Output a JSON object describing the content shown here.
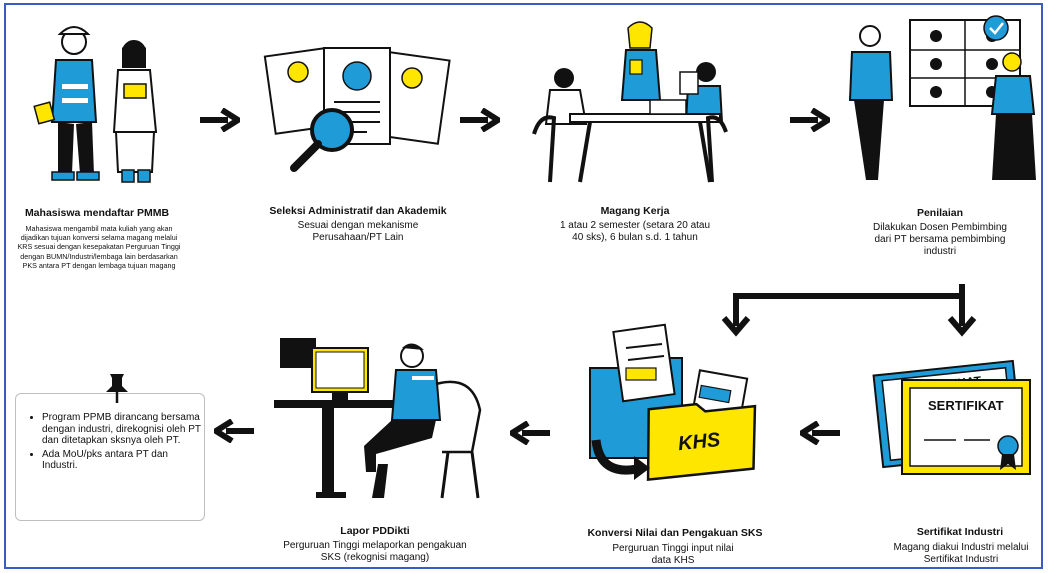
{
  "steps": [
    {
      "title": "Mahasiswa mendaftar PMMB",
      "desc": "Mahasiswa mengambil mata kuliah yang akan dijadikan tujuan konversi selama magang melalui KRS sesuai dengan kesepakatan Perguruan Tinggi dengan BUMN/Industri/lembaga lain berdasarkan PKS antara PT dengan lembaga tujuan magang"
    },
    {
      "title": "Seleksi Administratif dan Akademik",
      "desc": "Sesuai dengan mekanisme Perusahaan/PT Lain"
    },
    {
      "title": "Magang Kerja",
      "desc": "1 atau 2 semester (setara 20 atau 40 sks), 6 bulan s.d. 1 tahun"
    },
    {
      "title": "Penilaian",
      "desc": "Dilakukan Dosen Pembimbing dari PT bersama pembimbing industri"
    },
    {
      "title": "Sertifikat Industri",
      "desc": "Magang diakui Industri melalui Sertifikat Industri"
    },
    {
      "title": "Konversi Nilai dan Pengakuan SKS",
      "desc": "Perguruan Tinggi input nilai data KHS"
    },
    {
      "title": "Lapor PDDikti",
      "desc": "Perguruan Tinggi melaporkan pengakuan SKS (rekognisi magang)"
    }
  ],
  "illustration_text": {
    "cert_back": "RTIFIKAT",
    "cert_front": "SERTIFIKAT",
    "folder_label": "KHS"
  },
  "note": {
    "items": [
      "Program PPMB dirancang bersama dengan industri, direkognisi oleh PT dan ditetapkan sksnya oleh PT.",
      "Ada MoU/pks antara PT dan Industri."
    ]
  },
  "colors": {
    "accent_blue": "#1f9bd7",
    "accent_yellow": "#ffe600",
    "border_blue": "#3b5bc4",
    "ink": "#111111"
  }
}
